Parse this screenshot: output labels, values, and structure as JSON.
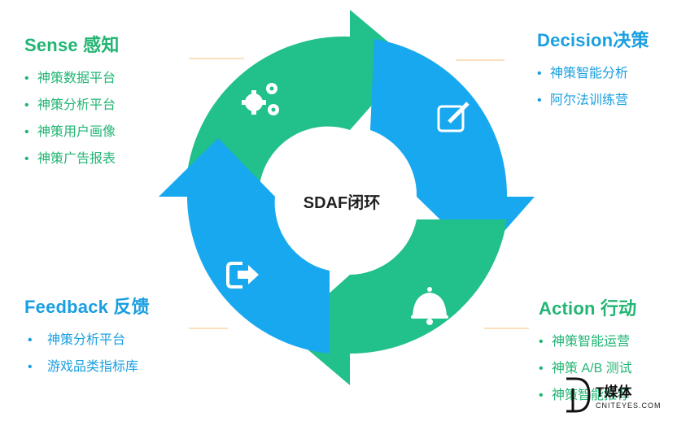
{
  "center_label": "SDAF闭环",
  "sense": {
    "title": "Sense 感知",
    "items": [
      "神策数据平台",
      "神策分析平台",
      "神策用户画像",
      "神策广告报表"
    ]
  },
  "decision": {
    "title": "Decision决策",
    "items": [
      "神策智能分析",
      "阿尔法训练营"
    ]
  },
  "feedback": {
    "title": "Feedback 反馈",
    "items": [
      "神策分析平台",
      "游戏品类指标库"
    ]
  },
  "action": {
    "title": "Action 行动",
    "items": [
      "神策智能运营",
      "神策 A/B 测试",
      "神策智能推荐"
    ]
  },
  "bullet": "•",
  "logo": {
    "brand": "T媒体",
    "url": "CNITEYES.COM"
  },
  "colors": {
    "green": "#22b573",
    "blue": "#1a9fe0"
  },
  "icons": {
    "sense": "gears-icon",
    "decision": "edit-icon",
    "action": "bell-icon",
    "feedback": "exit-icon"
  }
}
